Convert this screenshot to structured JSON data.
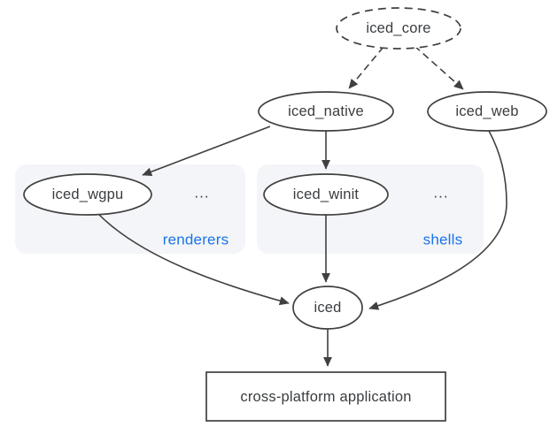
{
  "diagram": {
    "nodes": {
      "iced_core": {
        "label": "iced_core",
        "shape": "ellipse",
        "border": "dashed"
      },
      "iced_native": {
        "label": "iced_native",
        "shape": "ellipse",
        "border": "solid"
      },
      "iced_web": {
        "label": "iced_web",
        "shape": "ellipse",
        "border": "solid"
      },
      "iced_wgpu": {
        "label": "iced_wgpu",
        "shape": "ellipse",
        "border": "solid",
        "group": "renderers"
      },
      "iced_winit": {
        "label": "iced_winit",
        "shape": "ellipse",
        "border": "solid",
        "group": "shells"
      },
      "iced": {
        "label": "iced",
        "shape": "ellipse",
        "border": "solid"
      },
      "application": {
        "label": "cross-platform application",
        "shape": "rectangle",
        "border": "solid"
      }
    },
    "groups": {
      "renderers": {
        "label": "renderers",
        "ellipsis": "..."
      },
      "shells": {
        "label": "shells",
        "ellipsis": "..."
      }
    },
    "edges": [
      {
        "from": "iced_core",
        "to": "iced_native",
        "style": "dashed"
      },
      {
        "from": "iced_core",
        "to": "iced_web",
        "style": "dashed"
      },
      {
        "from": "iced_native",
        "to": "iced_wgpu",
        "style": "solid"
      },
      {
        "from": "iced_native",
        "to": "iced_winit",
        "style": "solid"
      },
      {
        "from": "iced_wgpu",
        "to": "iced",
        "style": "solid"
      },
      {
        "from": "iced_winit",
        "to": "iced",
        "style": "solid"
      },
      {
        "from": "iced_web",
        "to": "iced",
        "style": "solid"
      },
      {
        "from": "iced",
        "to": "application",
        "style": "solid"
      }
    ],
    "colors": {
      "edge": "#404040",
      "node_border": "#404040",
      "text": "#3a3d40",
      "group_fill": "#f4f5f8",
      "group_label": "#1a73e8",
      "background": "#ffffff"
    }
  }
}
